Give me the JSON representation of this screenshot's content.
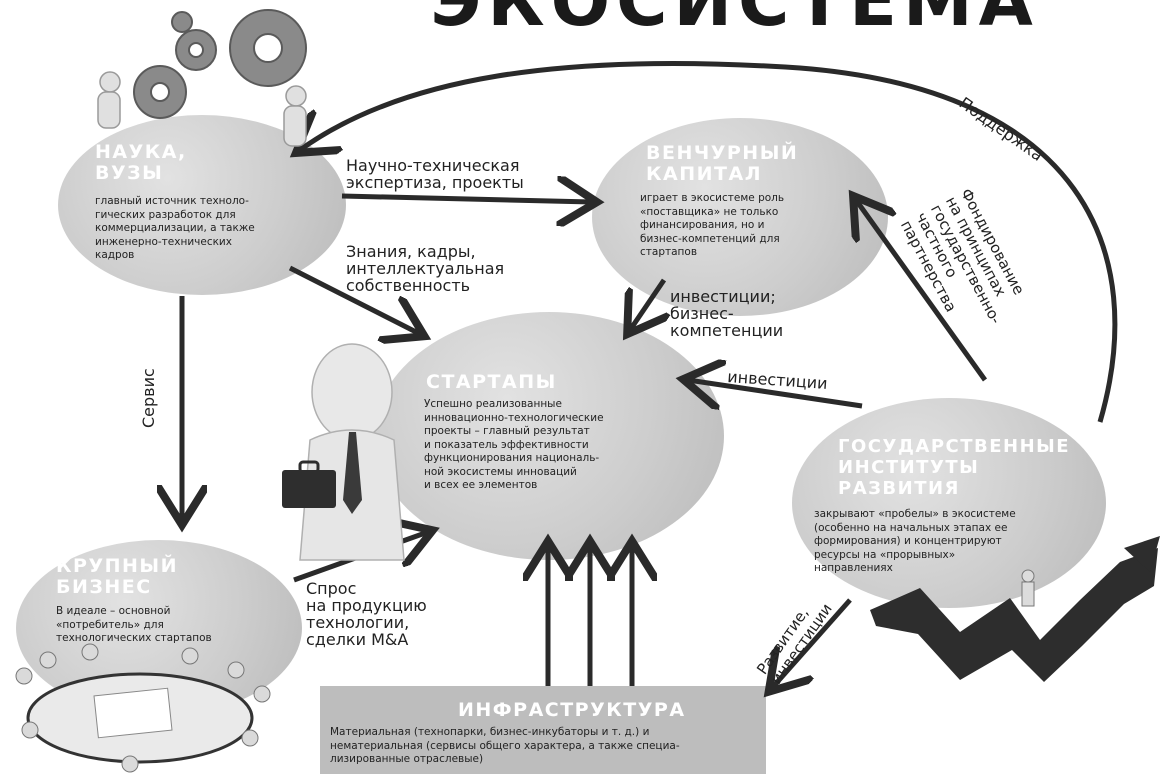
{
  "header": {
    "title_partial": "ЭКОСИСТЕМА"
  },
  "nodes": {
    "science": {
      "title": "НАУКА,\nВУЗЫ",
      "desc": "главный источник техноло-\nгических разработок для\nкоммерциализации, а также\nинженерно-технических\nкадров"
    },
    "venture": {
      "title": "ВЕНЧУРНЫЙ\nКАПИТАЛ",
      "desc": "играет в экосистеме роль\n«поставщика» не только\nфинансирования, но и\nбизнес-компетенций для\nстартапов"
    },
    "startups": {
      "title": "СТАРТАПЫ",
      "desc": "Успешно реализованные\nинновационно-технологические\nпроекты – главный результат\nи показатель эффективности\nфункционирования националь-\nной экосистемы инноваций\nи всех ее элементов"
    },
    "business": {
      "title": "КРУПНЫЙ\nБИЗНЕС",
      "desc": "В идеале – основной\n«потребитель» для\nтехнологических стартапов"
    },
    "state": {
      "title": "ГОСУДАРСТВЕННЫЕ\nИНСТИТУТЫ\nРАЗВИТИЯ",
      "desc": "закрывают «пробелы» в экосистеме\n(особенно на начальных этапах ее\nформирования) и концентрируют\nресурсы на «прорывных»\nнаправлениях"
    },
    "infra": {
      "title": "ИНФРАСТРУКТУРА",
      "desc": "Материальная (технопарки, бизнес-инкубаторы и т. д.) и\nнематериальная (сервисы общего характера, а также специа-\nлизированные отраслевые)"
    }
  },
  "edges": {
    "science_venture": "Научно-техническая\nэкспертиза, проекты",
    "science_startups": "Знания, кадры,\nинтеллектуальная\nсобственность",
    "venture_startups": "инвестиции;\nбизнес-\nкомпетенции",
    "state_startups": "инвестиции",
    "science_business": "Сервис",
    "business_startups": "Спрос\nна продукцию\nтехнологии,\nсделки M&A",
    "state_science": "Поддержка",
    "state_venture": "Фондирование\nна принципах\nгосударственно-частного\nпартнерства",
    "state_infra": "Развитие,\nинвестиции"
  },
  "colors": {
    "circle": "#c8c8c8",
    "arrow": "#2a2a2a",
    "infra_box": "#bdbdbd",
    "title_text": "#ffffff"
  },
  "illustrations": [
    "gears-icon",
    "businessman-icon",
    "meeting-table-icon",
    "growth-chart-icon"
  ]
}
